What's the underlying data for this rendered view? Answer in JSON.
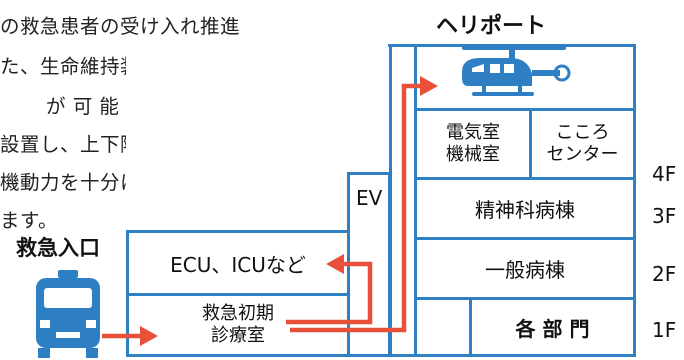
{
  "intro": {
    "lines": [
      "の救急患者の受け入れ推進",
      "た、生命維持装置を着けた",
      "が 可 能 な 国 内 最 大 級 の",
      "設置し、上下階の搬送力を",
      "機動力を十分に発揮できる",
      "ます。"
    ]
  },
  "labels": {
    "heliport": "ヘリポート",
    "emergency_entrance": "救急入口"
  },
  "building": {
    "ev": "EV",
    "ecu_icu": "ECU、ICUなど",
    "emergency_initial_line1": "救急初期",
    "emergency_initial_line2": "診療室",
    "machine_room_line1": "電気室",
    "machine_room_line2": "機械室",
    "kokoro_line1": "こころ",
    "kokoro_line2": "センター",
    "psychiatric_ward": "精神科病棟",
    "general_ward": "一般病棟",
    "departments": "各 部 門"
  },
  "floors": [
    "4F",
    "3F",
    "2F",
    "1F"
  ],
  "colors": {
    "structure": "#2f7fc4",
    "arrow": "#e8503a",
    "vehicle": "#2f7fc4"
  },
  "icons": {
    "helicopter": "helicopter-icon",
    "ambulance": "ambulance-icon"
  }
}
